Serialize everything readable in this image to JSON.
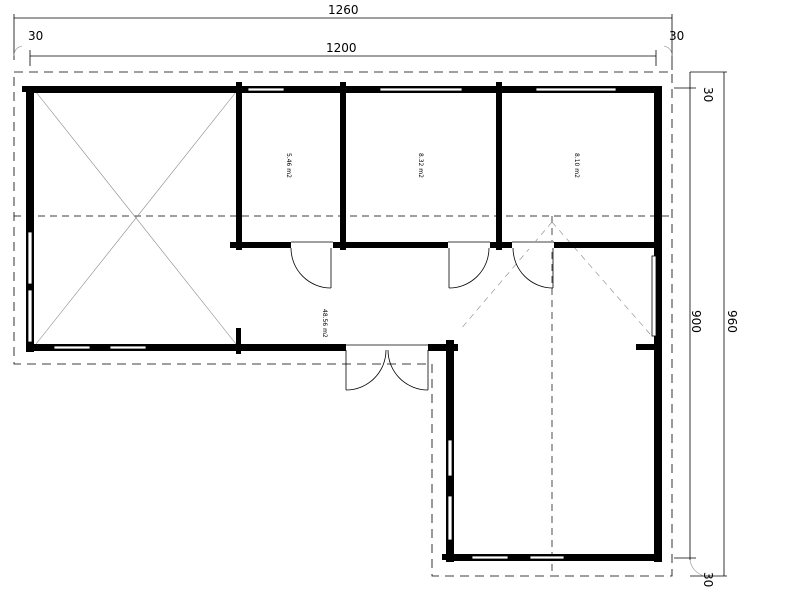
{
  "dimensions": {
    "overall_width": "1260",
    "inner_width": "1200",
    "left_offset": "30",
    "right_offset": "30",
    "top_offset_right": "30",
    "bottom_offset_right": "30",
    "inner_height": "900",
    "overall_height": "960"
  },
  "rooms": {
    "room_1_area": "5.46 m2",
    "room_2_area": "8.32 m2",
    "room_3_area": "8.10 m2",
    "main_area": "48.56 m2"
  }
}
